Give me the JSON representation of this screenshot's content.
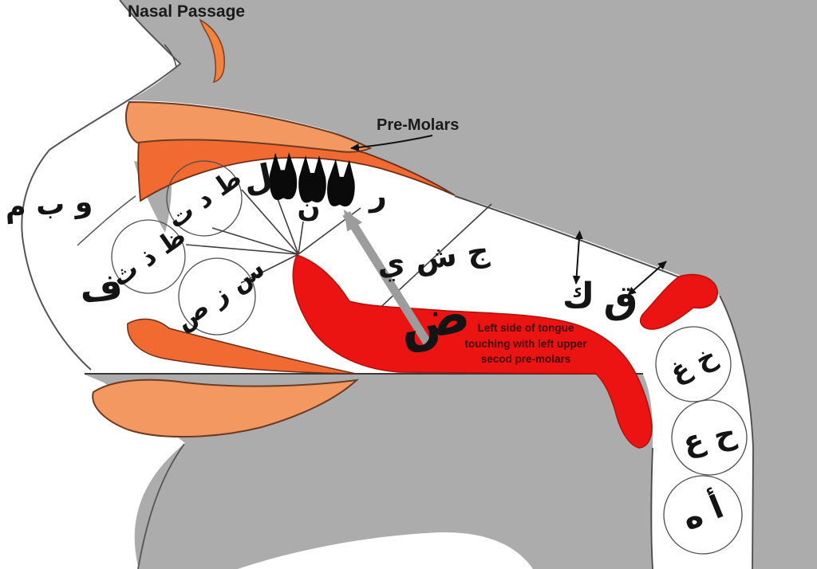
{
  "labels": {
    "nasal_passage": "Nasal Passage",
    "pre_molars": "Pre-Molars"
  },
  "tongue_note": {
    "line1": "Left side of tongue",
    "line2": "touching with left upper",
    "line3": "secod pre-molars"
  },
  "letters": {
    "labial": "و ب م",
    "fa": "ف",
    "lam": "ل",
    "noon": "ن",
    "ra": "ر",
    "palatal_group": "ج ش ي",
    "daad": "ض",
    "kaf": "ك",
    "qaf": "ق",
    "circle_alveolar": "ط د ت",
    "circle_dental": "ظ ذ ث",
    "circle_sibilant": "س ز ص",
    "circle_velar": "خ غ",
    "circle_pharyngeal": "ح ع",
    "circle_glottal": "أ ه"
  },
  "colors": {
    "background_gray": "#ACACAC",
    "cavity_white": "#FFFFFF",
    "tongue_red": "#EC1313",
    "uvula_red": "#EC1313",
    "lip_salmon": "#F49861",
    "gum_orange": "#F06A32",
    "crescent_orange": "#F4813C",
    "teeth_black": "#0A0A0A",
    "note_text": "#3D0C0C",
    "arrow_gray": "#9C9C9C"
  }
}
